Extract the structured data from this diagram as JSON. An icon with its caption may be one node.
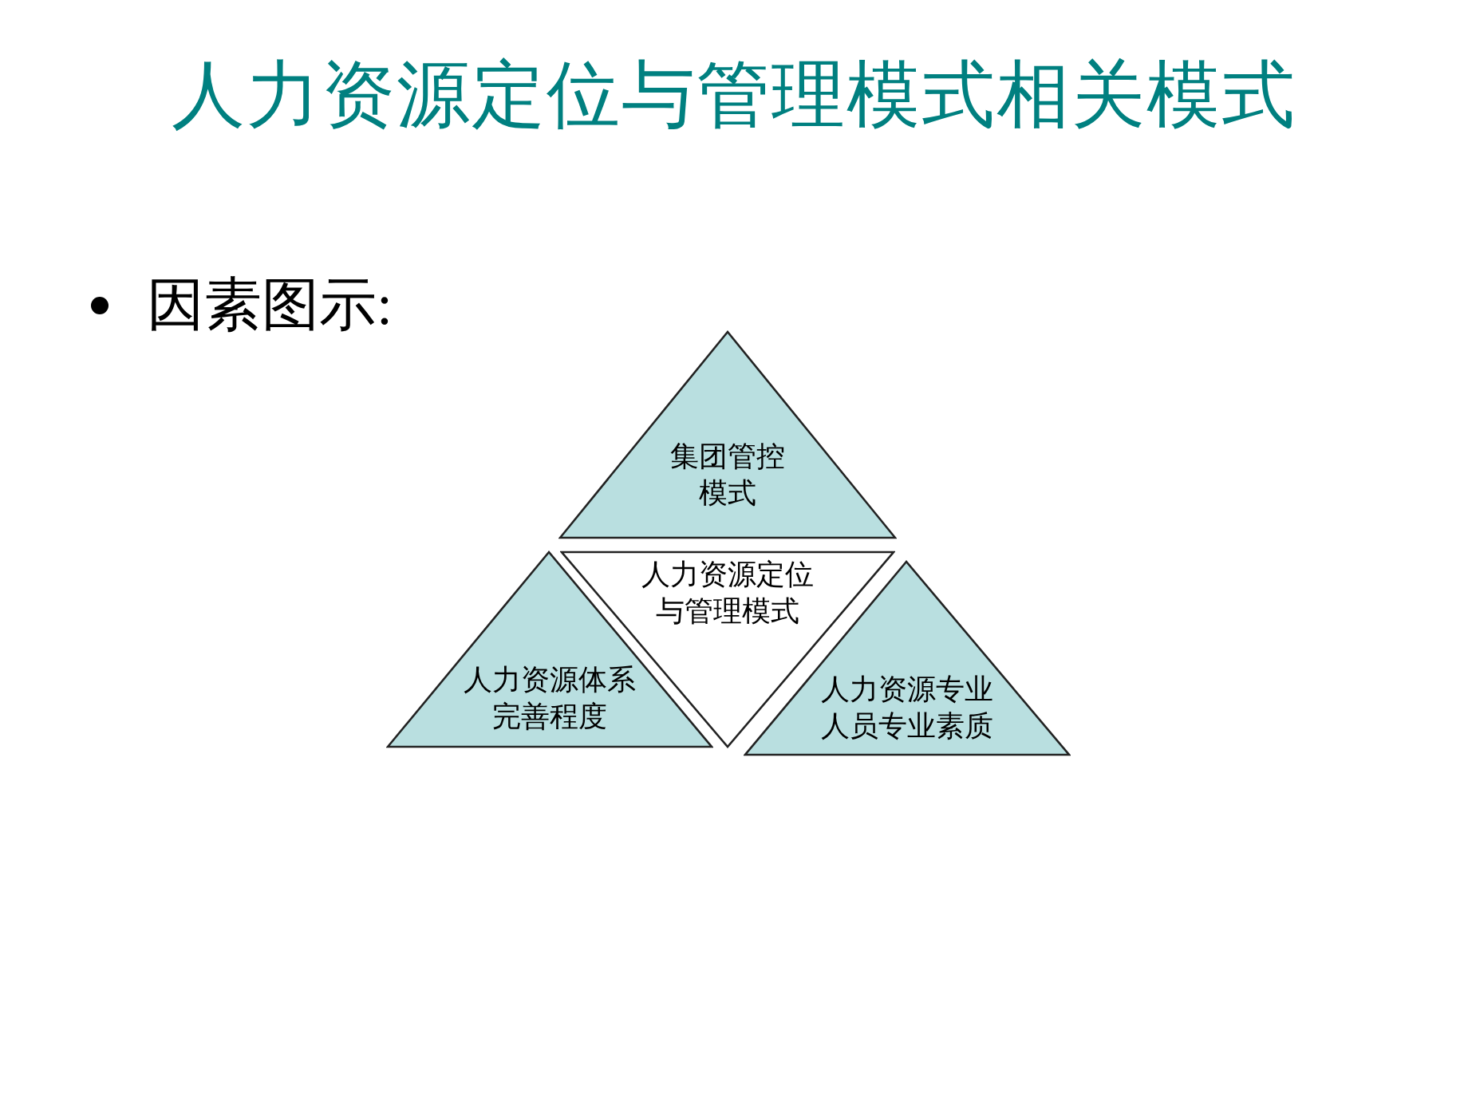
{
  "diagram": {
    "title": "人力资源定位与管理模式相关模式",
    "nodes": [
      {
        "text": [
          "集团管控模式"
        ]
      },
      {
        "text": [
          "人力资源定位与管理模式"
        ]
      },
      {
        "text": [
          "人力资源体系完善程度"
        ]
      },
      {
        "text": [
          "人力资源专业人员专业素质"
        ]
      }
    ],
    "labels": [
      "因素图示:"
    ]
  }
}
